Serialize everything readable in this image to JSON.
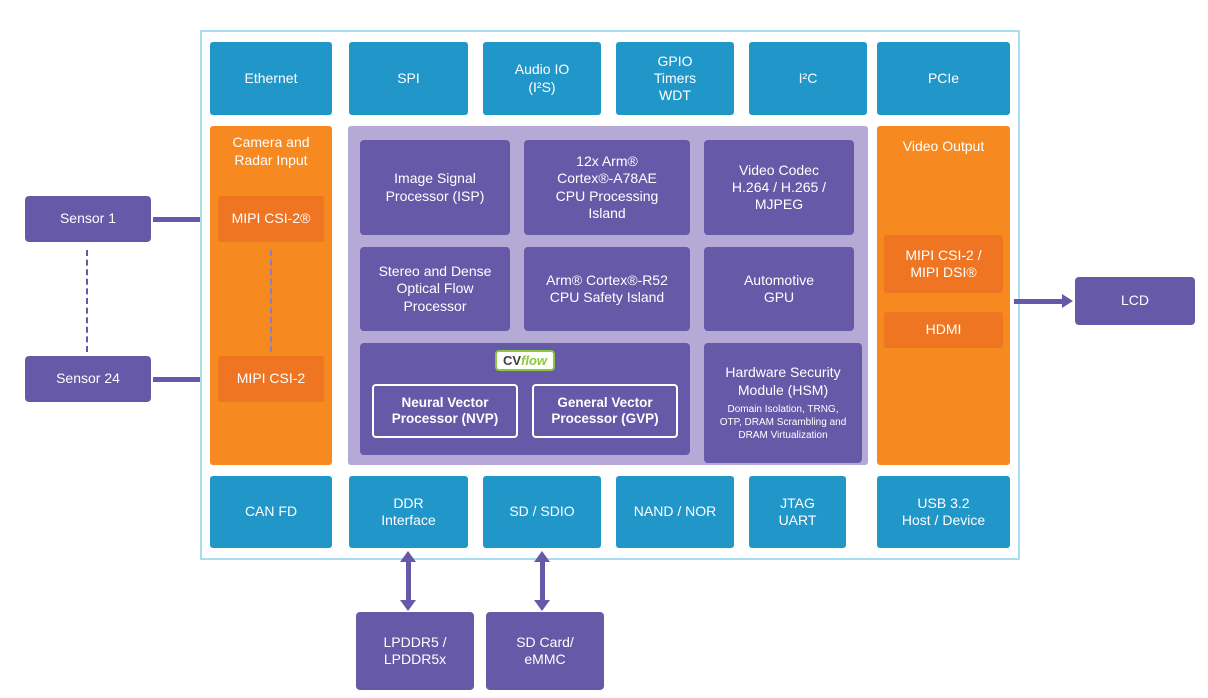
{
  "colors": {
    "blue": "#2196C8",
    "orange": "#F6891F",
    "orange_dark": "#EF7522",
    "purple": "#6659A7",
    "lavender": "#B5AAD5",
    "green": "#8DC63F"
  },
  "top_ports": [
    "Ethernet",
    "SPI",
    "Audio IO\n(I²S)",
    "GPIO\nTimers\nWDT",
    "I²C",
    "PCIe"
  ],
  "bottom_ports": [
    "CAN FD",
    "DDR\nInterface",
    "SD / SDIO",
    "NAND / NOR",
    "JTAG\nUART",
    "USB 3.2\nHost / Device"
  ],
  "camera_input": {
    "title": "Camera and\nRadar Input",
    "port1": "MIPI CSI-2®",
    "port2": "MIPI CSI-2"
  },
  "video_output": {
    "title": "Video Output",
    "port1": "MIPI CSI-2 /\nMIPI DSI®",
    "port2": "HDMI"
  },
  "core": {
    "isp": "Image Signal\nProcessor (ISP)",
    "cpu": "12x Arm®\nCortex®-A78AE\nCPU Processing\nIsland",
    "codec": "Video Codec\nH.264 / H.265 /\nMJPEG",
    "stereo": "Stereo and Dense\nOptical Flow\nProcessor",
    "safety": "Arm® Cortex®-R52\nCPU Safety Island",
    "gpu": "Automotive\nGPU",
    "cvflow": {
      "cv": "CV",
      "flow": "flow",
      "nvp": "Neural Vector\nProcessor (NVP)",
      "gvp": "General Vector\nProcessor (GVP)"
    },
    "hsm": {
      "title": "Hardware Security\nModule (HSM)",
      "details": "Domain Isolation, TRNG,\nOTP, DRAM Scrambling and\nDRAM Virtualization"
    }
  },
  "external": {
    "sensor1": "Sensor 1",
    "sensor24": "Sensor 24",
    "lcd": "LCD",
    "lpddr": "LPDDR5 /\nLPDDR5x",
    "sdcard": "SD Card/\neMMC"
  }
}
